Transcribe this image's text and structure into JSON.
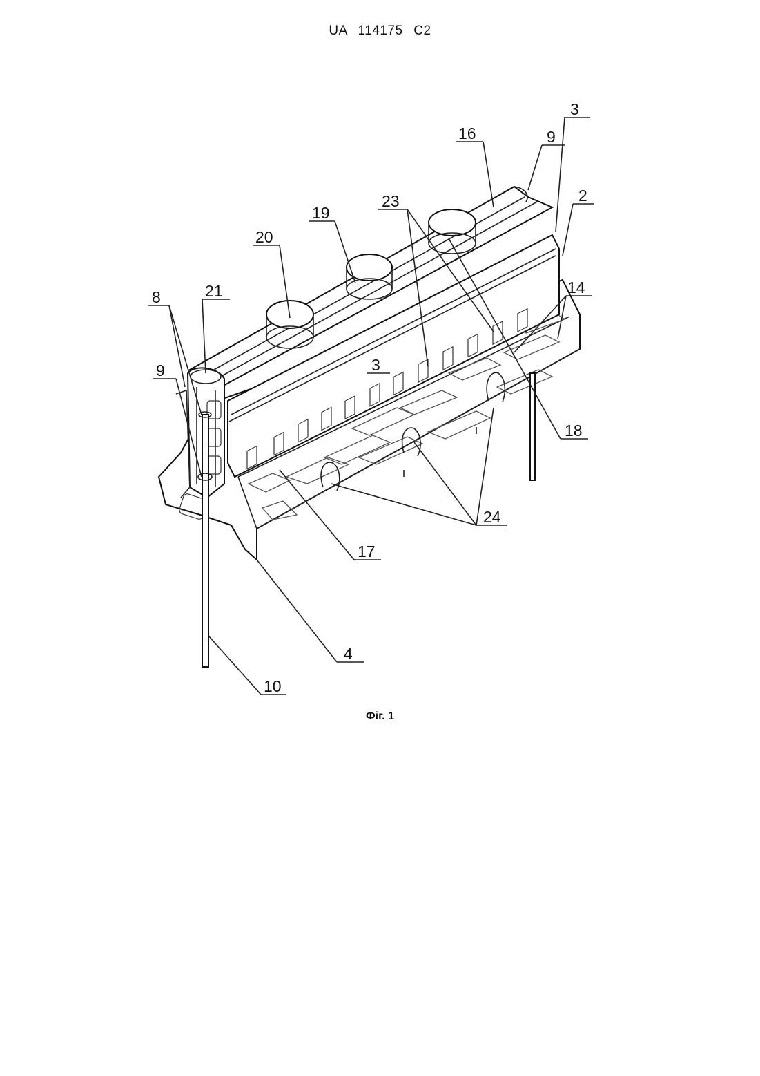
{
  "document": {
    "header": "UA 114175 C2",
    "caption": "Фіг. 1"
  },
  "figure": {
    "labels": {
      "l2": "2",
      "l3a": "3",
      "l3b": "3",
      "l4": "4",
      "l8": "8",
      "l9a": "9",
      "l9b": "9",
      "l10": "10",
      "l14": "14",
      "l16": "16",
      "l17": "17",
      "l18": "18",
      "l19": "19",
      "l20": "20",
      "l21": "21",
      "l23": "23",
      "l24": "24"
    }
  }
}
